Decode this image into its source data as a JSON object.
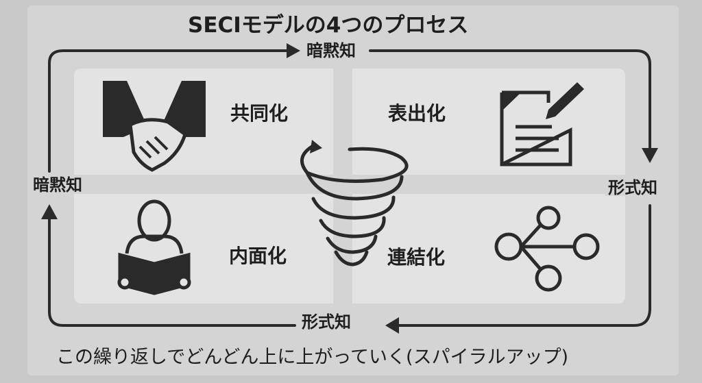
{
  "title": "SECIモデルの4つのプロセス",
  "edge_labels": {
    "top": "暗黙知",
    "left": "暗黙知",
    "right": "形式知",
    "bottom": "形式知"
  },
  "phases": {
    "socialization": "共同化",
    "externalization": "表出化",
    "internalization": "内面化",
    "combination": "連結化"
  },
  "caption": "この繰り返しでどんどん上に上がっていく(スパイラルアップ)",
  "icons": [
    "handshake-icon",
    "document-pen-icon",
    "reader-icon",
    "network-nodes-icon",
    "spiral-icon"
  ],
  "colors": {
    "ink": "#2a2a2a",
    "paper": "#d4d4d4",
    "panel": "#e3e3e3"
  }
}
